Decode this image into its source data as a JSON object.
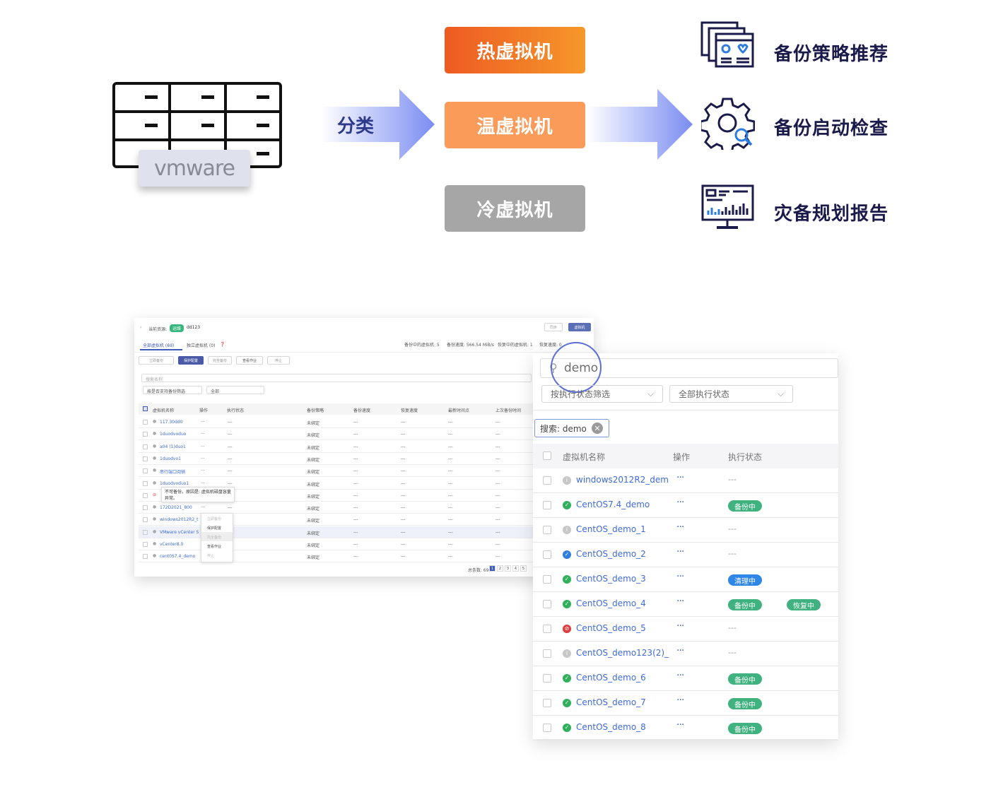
{
  "diagram": {
    "vm_logo": "vmware",
    "arrow_label": "分类",
    "categories": [
      "热虚拟机",
      "温虚拟机",
      "冷虚拟机"
    ],
    "outputs": [
      {
        "label": "备份策略推荐",
        "icon": "strategy-docs-icon"
      },
      {
        "label": "备份启动检查",
        "icon": "gear-search-icon"
      },
      {
        "label": "灾备规划报告",
        "icon": "monitor-report-icon"
      }
    ],
    "colors": {
      "hot": "#ee5a22",
      "warm": "#fb9b5a",
      "cold": "#a6a6a6",
      "arrow": "#7a8cf2",
      "navy": "#1b1b4b"
    }
  },
  "left_panel": {
    "breadcrumb_prefix": "当前资源:",
    "breadcrumb_badge": "运维",
    "breadcrumb_name": "dd123",
    "btn_sync": "同步",
    "btn_vm": "虚拟机",
    "tabs": [
      "全部虚拟机 (69)",
      "独立虚拟机 (0)"
    ],
    "stats": [
      "备份中的虚拟机: 5",
      "备份速度: 566.54 MiB/s",
      "恢复中的虚拟机: 1",
      "恢复速度: 0"
    ],
    "toolbar": [
      "立即备份",
      "保护配置",
      "完全备份",
      "查看作业",
      "停止"
    ],
    "search_placeholder": "搜索名称",
    "filter1": "按是否支持备份筛选",
    "filter2": "全部",
    "columns": [
      "虚拟机名称",
      "操作",
      "执行状态",
      "备份策略",
      "备份速度",
      "恢复速度",
      "最新时间点",
      "上次备份时间"
    ],
    "rows": [
      {
        "name": "117.30dd0",
        "policy": "未绑定"
      },
      {
        "name": "1duodvoduo",
        "policy": "未绑定"
      },
      {
        "name": "a04 (1)duo1",
        "policy": "未绑定"
      },
      {
        "name": "1duodvo1",
        "policy": "未绑定"
      },
      {
        "name": "串行端口阅销",
        "policy": "未绑定"
      },
      {
        "name": "1duodvoduo1",
        "policy": "未绑定"
      },
      {
        "name": "",
        "policy": "未绑定"
      },
      {
        "name": "172D2021_800",
        "policy": "未绑定"
      },
      {
        "name": "windows2012R2_t",
        "policy": "未绑定"
      },
      {
        "name": "VMware vCenter S",
        "policy": "未绑定"
      },
      {
        "name": "vCenter8.0",
        "policy": "未绑定"
      },
      {
        "name": "cent0S7.4_demo",
        "policy": "未绑定"
      }
    ],
    "dots": "···",
    "dash": "---",
    "tooltip": "不可备份。原因是: 虚拟机磁盘容量异常。",
    "menu": [
      "立即备份",
      "保护配置",
      "完全备份",
      "查看作业",
      "停止"
    ],
    "pagination_total": "总条数: 69",
    "pages": [
      "1",
      "2",
      "3",
      "4",
      "5"
    ]
  },
  "right_panel": {
    "search_value": "demo",
    "filter_exec": "按执行状态筛选",
    "filter_all": "全部执行状态",
    "chip": "搜索: demo",
    "columns": [
      "虚拟机名称",
      "操作",
      "执行状态"
    ],
    "rows": [
      {
        "name": "windows2012R2_dem",
        "status_icon": "info",
        "badges": []
      },
      {
        "name": "CentOS7.4_demo",
        "status_icon": "ok",
        "badges": [
          "备份中"
        ]
      },
      {
        "name": "CentOS_demo_1",
        "status_icon": "info",
        "badges": []
      },
      {
        "name": "CentOS_demo_2",
        "status_icon": "ok-blue",
        "badges": []
      },
      {
        "name": "CentOS_demo_3",
        "status_icon": "ok",
        "badges": [
          "清理中"
        ]
      },
      {
        "name": "CentOS_demo_4",
        "status_icon": "ok",
        "badges": [
          "备份中",
          "恢复中"
        ]
      },
      {
        "name": "CentOS_demo_5",
        "status_icon": "forbidden",
        "badges": []
      },
      {
        "name": "CentOS_demo123(2)_",
        "status_icon": "info",
        "badges": []
      },
      {
        "name": "CentOS_demo_6",
        "status_icon": "ok",
        "badges": [
          "备份中"
        ]
      },
      {
        "name": "CentOS_demo_7",
        "status_icon": "ok",
        "badges": [
          "备份中"
        ]
      },
      {
        "name": "CentOS_demo_8",
        "status_icon": "ok",
        "badges": [
          "备份中"
        ]
      }
    ],
    "dots": "···",
    "dash": "---"
  }
}
